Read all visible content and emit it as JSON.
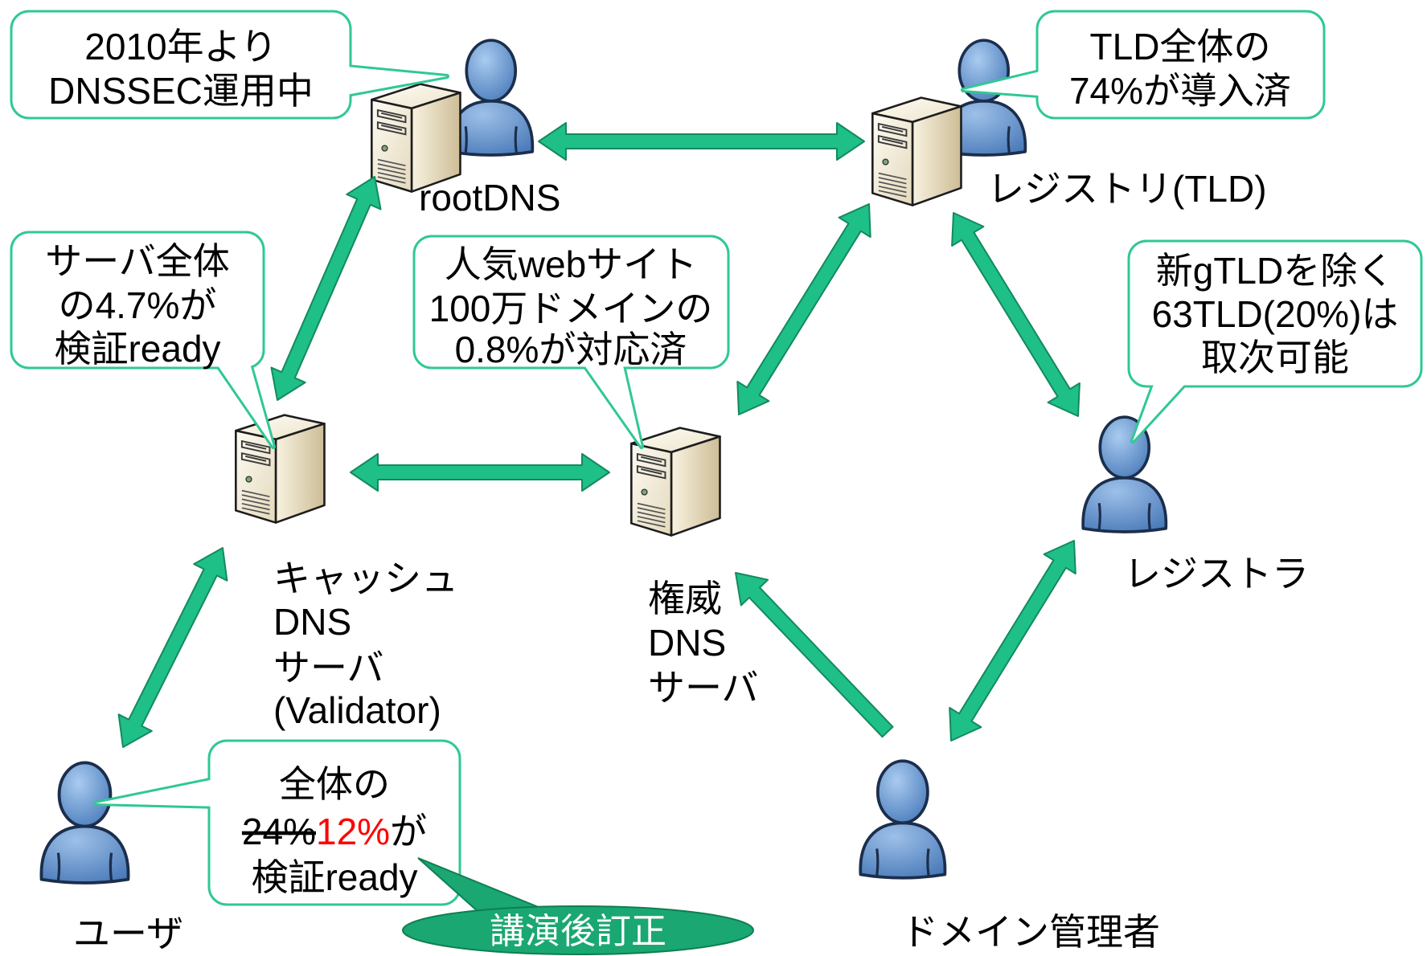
{
  "colors": {
    "callout_border": "#30c893",
    "arrow_fill": "#1fbf88",
    "arrow_outline": "#138a5e",
    "note_fill": "#1aa772",
    "correction_highlight": "#ff0000",
    "person_fill": "#5b8cc9",
    "server_fill": "#f3ecd6"
  },
  "nodes": {
    "root_dns": {
      "label": "rootDNS",
      "icons": [
        "person-icon",
        "server-icon"
      ]
    },
    "registry": {
      "label": "レジストリ(TLD)",
      "icons": [
        "person-icon",
        "server-icon"
      ]
    },
    "registrar": {
      "label": "レジストラ",
      "icons": [
        "person-icon"
      ]
    },
    "cache_dns": {
      "lines": [
        "キャッシュ",
        "DNS",
        "サーバ",
        "(Validator)"
      ],
      "icons": [
        "server-icon"
      ]
    },
    "authoritative_dns": {
      "lines": [
        "権威",
        "DNS",
        "サーバ"
      ],
      "icons": [
        "server-icon"
      ]
    },
    "user": {
      "label": "ユーザ",
      "icons": [
        "person-icon"
      ]
    },
    "domain_admin": {
      "label": "ドメイン管理者",
      "icons": [
        "person-icon"
      ]
    }
  },
  "callouts": {
    "root_dns": {
      "lines": [
        "2010年より",
        "DNSSEC運用中"
      ]
    },
    "registry": {
      "lines": [
        "TLD全体の",
        "74%が導入済"
      ]
    },
    "cache_dns": {
      "lines": [
        "サーバ全体",
        "の4.7%が",
        "検証ready"
      ]
    },
    "authoritative_dns": {
      "lines": [
        "人気webサイト",
        "100万ドメインの",
        "0.8%が対応済"
      ]
    },
    "registrar": {
      "lines": [
        "新gTLDを除く",
        "63TLD(20%)は",
        "取次可能"
      ]
    },
    "user": {
      "line1": "全体の",
      "old_value": "24%",
      "new_value": "12%",
      "line2_suffix": "が",
      "line3": "検証ready"
    }
  },
  "correction_note": {
    "text": "講演後訂正"
  }
}
